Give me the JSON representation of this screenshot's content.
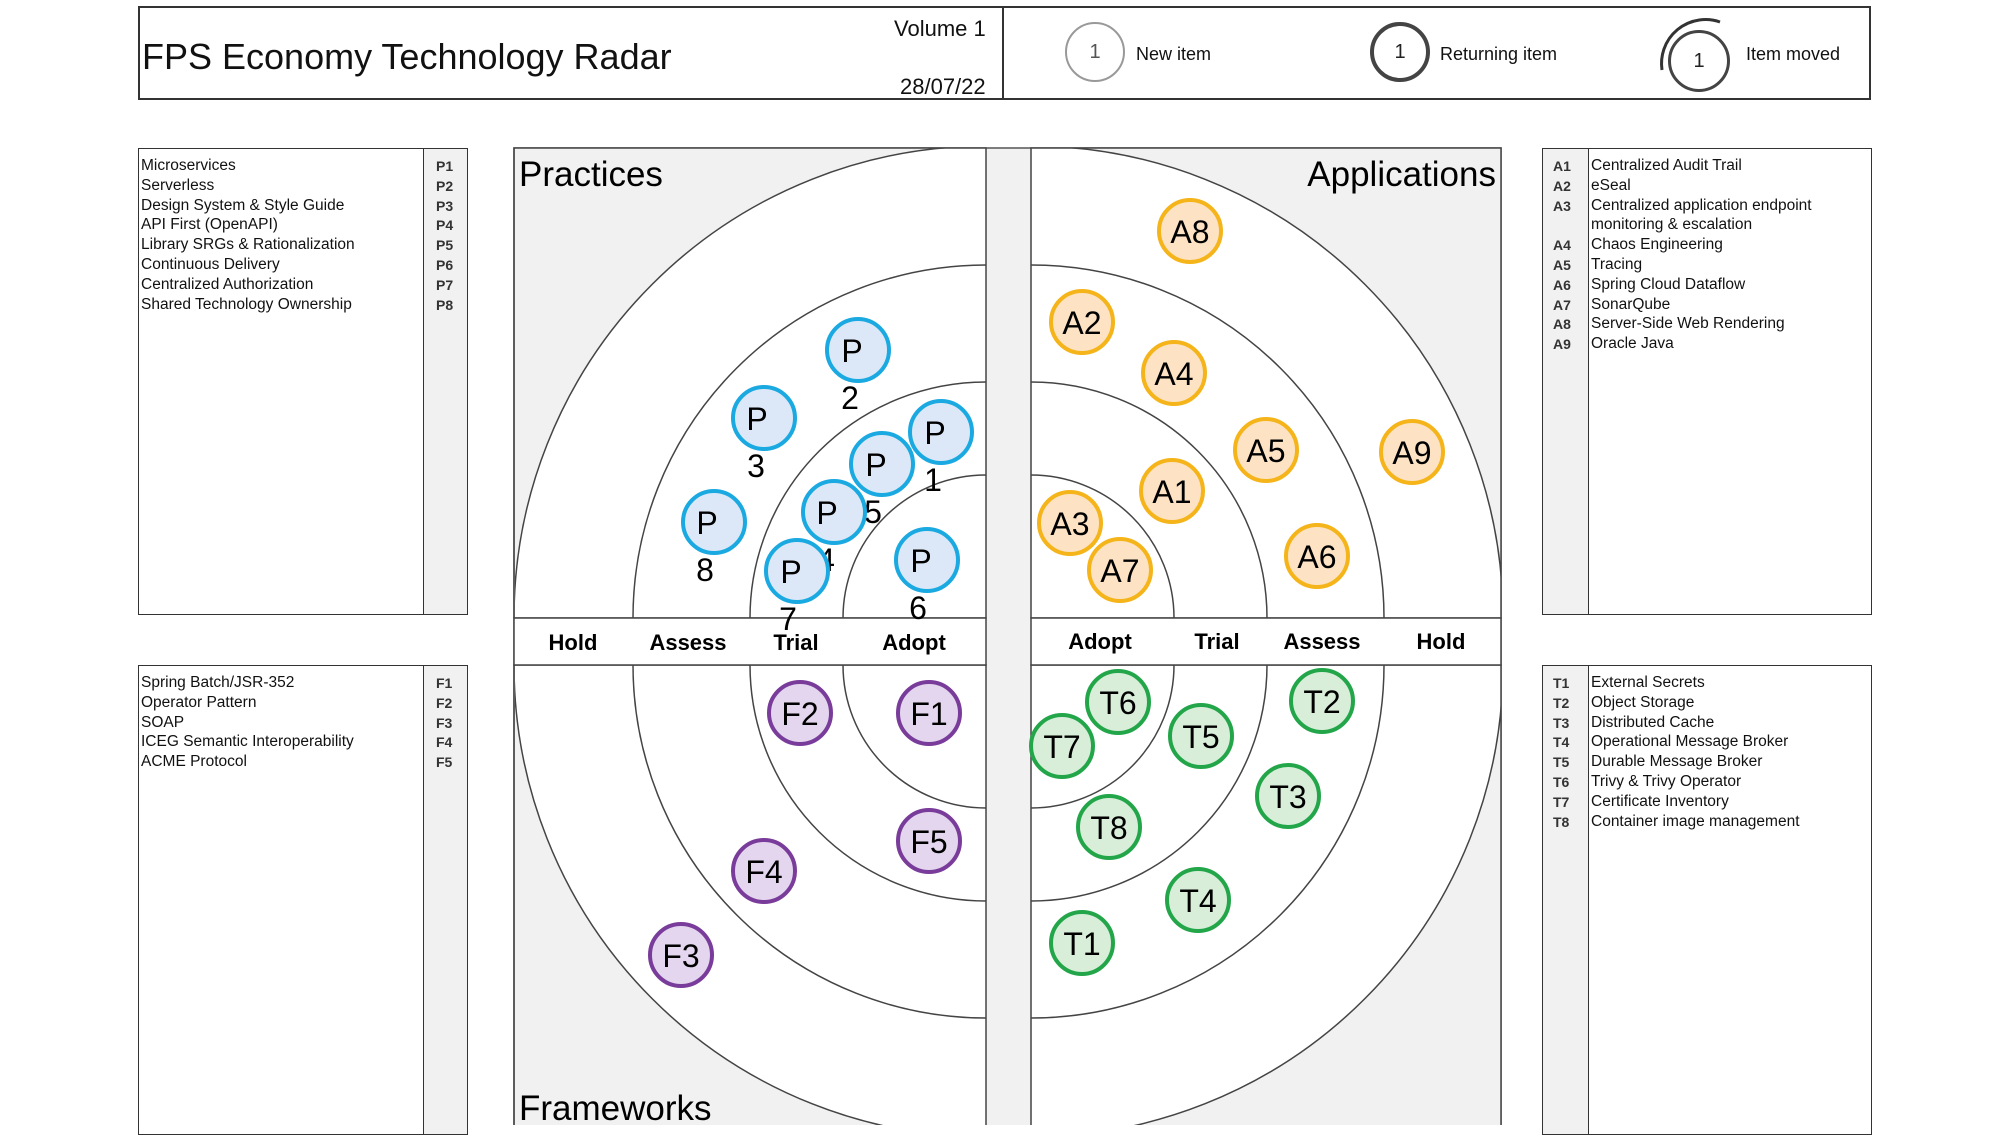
{
  "header": {
    "title": "FPS Economy Technology Radar",
    "volume": "Volume 1",
    "date": "28/07/22",
    "legend": [
      {
        "symbol": "1",
        "label": "New item",
        "style": "new"
      },
      {
        "symbol": "1",
        "label": "Returning item",
        "style": "returning"
      },
      {
        "symbol": "1",
        "label": "Item moved",
        "style": "moved"
      }
    ]
  },
  "quadrants": {
    "practices": "Practices",
    "applications": "Applications",
    "frameworks": "Frameworks"
  },
  "rings_left": [
    "Hold",
    "Assess",
    "Trial",
    "Adopt"
  ],
  "rings_right": [
    "Adopt",
    "Trial",
    "Assess",
    "Hold"
  ],
  "colors": {
    "practices_fill": "#dce8f7",
    "practices_stroke": "#1aa9e0",
    "applications_fill": "#fde3c4",
    "applications_stroke": "#f4b41a",
    "frameworks_fill": "#e3d6ee",
    "frameworks_stroke": "#7a3c9a",
    "tools_fill": "#d8eed8",
    "tools_stroke": "#23a64a",
    "panel_bg": "#f1f1f1"
  },
  "lists": {
    "practices": {
      "names": [
        "Microservices",
        "Serverless",
        "Design System & Style Guide",
        "API First (OpenAPI)",
        "Library SRGs & Rationalization",
        "Continuous Delivery",
        "Centralized Authorization",
        "Shared Technology Ownership"
      ],
      "codes": [
        "P1",
        "P2",
        "P3",
        "P4",
        "P5",
        "P6",
        "P7",
        "P8"
      ]
    },
    "applications": {
      "codes": [
        "A1",
        "A2",
        "A3",
        "",
        "A4",
        "A5",
        "A6",
        "A7",
        "A8",
        "A9"
      ],
      "names": [
        "Centralized Audit Trail",
        "eSeal",
        "Centralized application endpoint",
        "monitoring & escalation",
        "Chaos Engineering",
        "Tracing",
        "Spring Cloud Dataflow",
        "SonarQube",
        "Server-Side Web Rendering",
        "Oracle Java"
      ]
    },
    "frameworks": {
      "names": [
        "Spring Batch/JSR-352",
        "Operator Pattern",
        "SOAP",
        "ICEG Semantic Interoperability",
        "ACME Protocol"
      ],
      "codes": [
        "F1",
        "F2",
        "F3",
        "F4",
        "F5"
      ]
    },
    "tools": {
      "codes": [
        "T1",
        "T2",
        "T3",
        "T4",
        "T5",
        "T6",
        "T7",
        "T8"
      ],
      "names": [
        "External Secrets",
        "Object Storage",
        "Distributed Cache",
        "Operational Message Broker",
        "Durable Message Broker",
        "Trivy & Trivy Operator",
        "Certificate Inventory",
        "Container image management"
      ]
    }
  },
  "blips": {
    "practices": [
      {
        "label": "P",
        "num": "2"
      },
      {
        "label": "P",
        "num": "3"
      },
      {
        "label": "P",
        "num": "1"
      },
      {
        "label": "P",
        "num": "5"
      },
      {
        "label": "P",
        "num": "8"
      },
      {
        "label": "P",
        "num": "4"
      },
      {
        "label": "P",
        "num": "6"
      },
      {
        "label": "P",
        "num": "7"
      }
    ],
    "applications": [
      "A8",
      "A2",
      "A4",
      "A5",
      "A9",
      "A1",
      "A3",
      "A6",
      "A7"
    ],
    "frameworks": [
      "F2",
      "F1",
      "F5",
      "F4",
      "F3"
    ],
    "tools": [
      "T6",
      "T2",
      "T7",
      "T5",
      "T3",
      "T8",
      "T4",
      "T1"
    ]
  }
}
